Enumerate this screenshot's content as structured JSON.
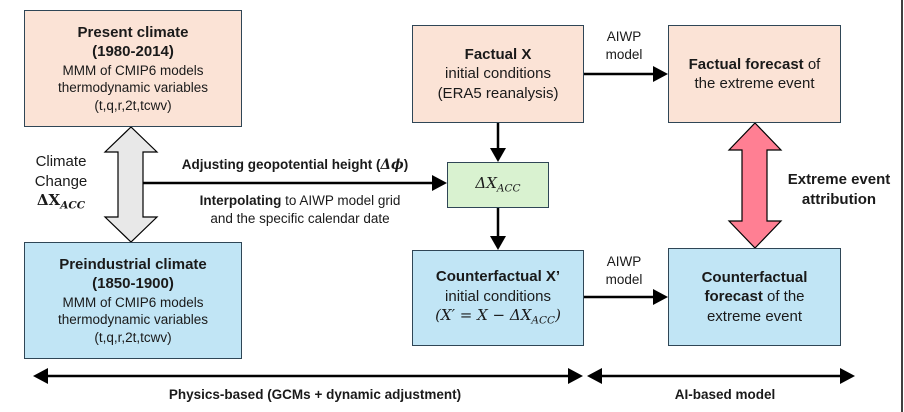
{
  "present_climate": {
    "title": "Present climate",
    "period": "(1980-2014)",
    "line1": "MMM of CMIP6 models",
    "line2": "thermodynamic variables",
    "line3": "(t,q,r,2t,tcwv)",
    "color": "#fbe3d6"
  },
  "preindustrial_climate": {
    "title": "Preindustrial climate",
    "period": "(1850-1900)",
    "line1": "MMM of CMIP6 models",
    "line2": "thermodynamic variables",
    "line3": "(t,q,r,2t,tcwv)",
    "color": "#c1e5f5"
  },
  "climate_change_label": {
    "line1": "Climate",
    "line2": "Change",
    "symbol": "ΔX",
    "subscript": "ACC"
  },
  "processing_arrow": {
    "top_bold": "Adjusting geopotential height (",
    "top_symbol": "Δϕ",
    "top_close": ")",
    "bottom_bold": "Interpolating",
    "bottom_rest": " to AIWP model grid",
    "bottom_line2": "and the specific calendar date"
  },
  "delta_box": {
    "symbol": "ΔX",
    "subscript": "ACC",
    "color": "#d9f2d0"
  },
  "factual_x": {
    "title": "Factual X",
    "line1": "initial conditions",
    "line2": "(ERA5 reanalysis)"
  },
  "counterfactual_x": {
    "title": "Counterfactual X’",
    "line1": "initial conditions",
    "formula_open": "(X′ = X − ΔX",
    "formula_sub": "ACC",
    "formula_close": ")"
  },
  "aiwp_top": {
    "line1": "AIWP",
    "line2": "model"
  },
  "aiwp_bottom": {
    "line1": "AIWP",
    "line2": "model"
  },
  "factual_forecast": {
    "bold": "Factual forecast",
    "rest": " of",
    "line2": "the extreme event"
  },
  "counterfactual_forecast": {
    "bold1": "Counterfactual",
    "bold2": "forecast",
    "rest": " of the",
    "line3": "extreme event"
  },
  "attribution_label": {
    "line1": "Extreme event",
    "line2": "attribution",
    "arrow_color": "#ff7f93"
  },
  "footer": {
    "physics_label": "Physics-based (GCMs + dynamic adjustment)",
    "ai_label": "AI-based model"
  },
  "gray_arrow_color": "#e8e8e8"
}
